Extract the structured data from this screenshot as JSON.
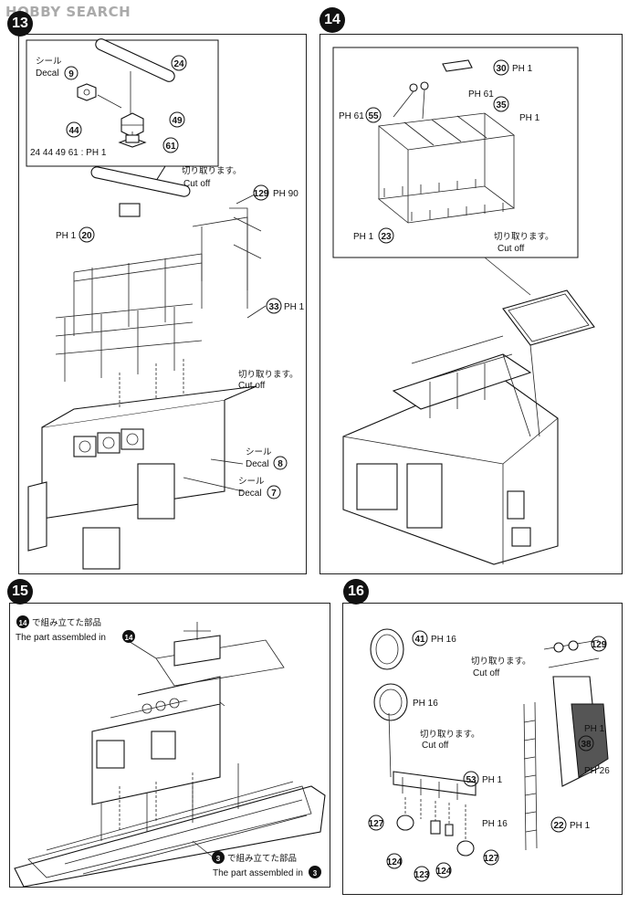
{
  "watermark": "HOBBY SEARCH",
  "steps": {
    "s13": {
      "num": "13"
    },
    "s14": {
      "num": "14"
    },
    "s15": {
      "num": "15"
    },
    "s16": {
      "num": "16"
    }
  },
  "labels": {
    "seal_jp": "シール",
    "decal_en": "Decal",
    "cutoff_jp": "切り取ります。",
    "cutoff_en": "Cut off",
    "assembled_in_jp_14": "で組み立てた部品",
    "assembled_in_en": "The part assembled in",
    "assembled_in_jp_3": "で組み立てた部品"
  },
  "parts": {
    "p9": "9",
    "p24": "24",
    "p44": "44",
    "p49": "49",
    "p61": "61",
    "combo13": "24 44 49 61 : PH 1",
    "p129": "129",
    "ph90": "PH 90",
    "p20": "20",
    "ph1": "PH 1",
    "p33": "33",
    "p8": "8",
    "p7": "7",
    "p30": "30",
    "ph61": "PH 61",
    "p55": "55",
    "p35": "35",
    "p23": "23",
    "p3": "3",
    "p14": "14",
    "p41": "41",
    "ph16": "PH 16",
    "p53": "53",
    "p127": "127",
    "p124": "124",
    "p123": "123",
    "p38": "38",
    "ph26": "PH 26",
    "p22": "22"
  }
}
